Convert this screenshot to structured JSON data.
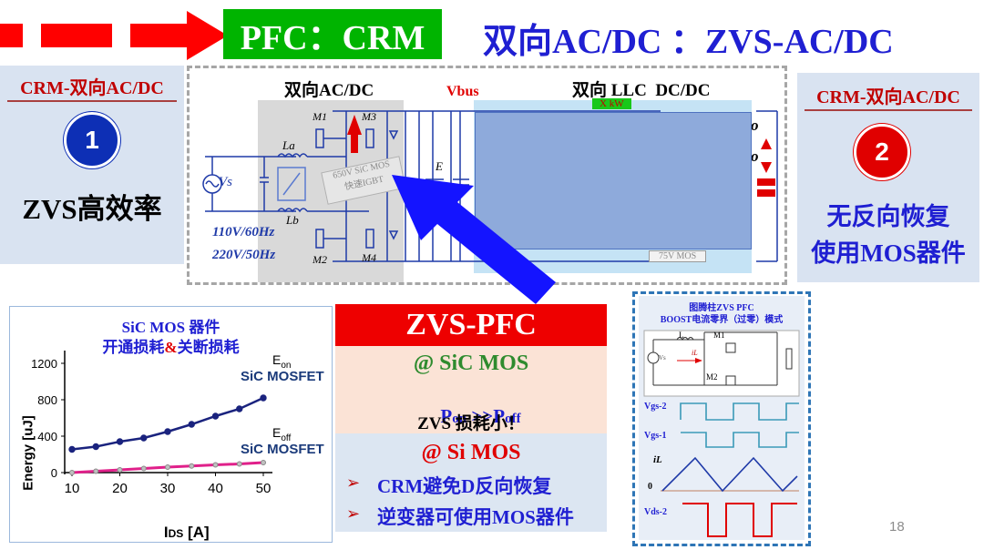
{
  "header": {
    "pfc_title": "PFC：CRM",
    "main_title": "双向AC/DC ：ZVS-AC/DC"
  },
  "left_panel": {
    "heading": "CRM-双向AC/DC",
    "number": "1",
    "text": "ZVS高效率"
  },
  "right_panel": {
    "heading": "CRM-双向AC/DC",
    "number": "2",
    "line1": "无反向恢复",
    "line2": "使用MOS器件"
  },
  "circuit": {
    "title_left": "双向AC/DC",
    "vbus": "Vbus",
    "title_right": "双向 LLC  DC/DC",
    "m1": "M1",
    "m2": "M2",
    "m3": "M3",
    "m4": "M4",
    "la": "La",
    "lb": "Lb",
    "vs": "Vs",
    "e": "E",
    "input1": "110V/60Hz",
    "input2": "220V/50Hz",
    "sic_label1": "650V SiC MOS",
    "sic_label2": "快速IGBT",
    "snippet_top": "X  kW",
    "snippet_bottom": "75V MOS",
    "edge_o1": "o",
    "edge_o2": "o"
  },
  "chart_data": {
    "type": "line",
    "title_line1": "SiC  MOS 器件",
    "title_line2_a": "开通损耗",
    "title_line2_amp": "&",
    "title_line2_b": "关断损耗",
    "xlabel_main": "I",
    "xlabel_sub": "DS",
    "xlabel_unit": " [A]",
    "ylabel": "Energy [uJ]",
    "x_ticks": [
      "10",
      "20",
      "30",
      "40",
      "50"
    ],
    "y_ticks": [
      "0",
      "400",
      "800",
      "1200"
    ],
    "xlim": [
      10,
      50
    ],
    "ylim": [
      0,
      1300
    ],
    "series": [
      {
        "name_main": "E",
        "name_sub": "on",
        "name_device": "SiC MOSFET",
        "color": "#1a237e",
        "x": [
          10,
          15,
          20,
          25,
          30,
          35,
          40,
          45,
          50
        ],
        "y": [
          255,
          285,
          340,
          380,
          450,
          530,
          620,
          700,
          820
        ]
      },
      {
        "name_main": "E",
        "name_sub": "off",
        "name_device": "SiC MOSFET",
        "color": "#e0208a",
        "x": [
          10,
          15,
          20,
          25,
          30,
          35,
          40,
          45,
          50
        ],
        "y": [
          0,
          15,
          30,
          45,
          60,
          72,
          85,
          95,
          110
        ]
      }
    ]
  },
  "zvs_box": {
    "header": "ZVS-PFC",
    "sic_line": "@ SiC MOS",
    "pon_a": "P",
    "pon_b": "on",
    "pon_c": " >>P",
    "pon_d": "off",
    "zvs_small": "ZVS 损耗小！",
    "si_line": "@ Si  MOS",
    "bullet1": "CRM避免D反向恢复",
    "bullet2": "逆变器可使用MOS器件"
  },
  "totem_box": {
    "title1": "图腾柱ZVS PFC",
    "title2": "BOOST电流零界（过零）模式",
    "m1": "M1",
    "m2": "M2",
    "l": "L",
    "il_circuit": "iL",
    "vs_small": "Vs",
    "vgs2": "Vgs-2",
    "vgs1": "Vgs-1",
    "il": "iL",
    "zero": "0",
    "vds2": "Vds-2"
  },
  "page": {
    "number": "18"
  },
  "colors": {
    "red": "#ff0000",
    "green": "#00b400",
    "blue": "#1f1fd2",
    "panel": "#d9e3f1"
  }
}
